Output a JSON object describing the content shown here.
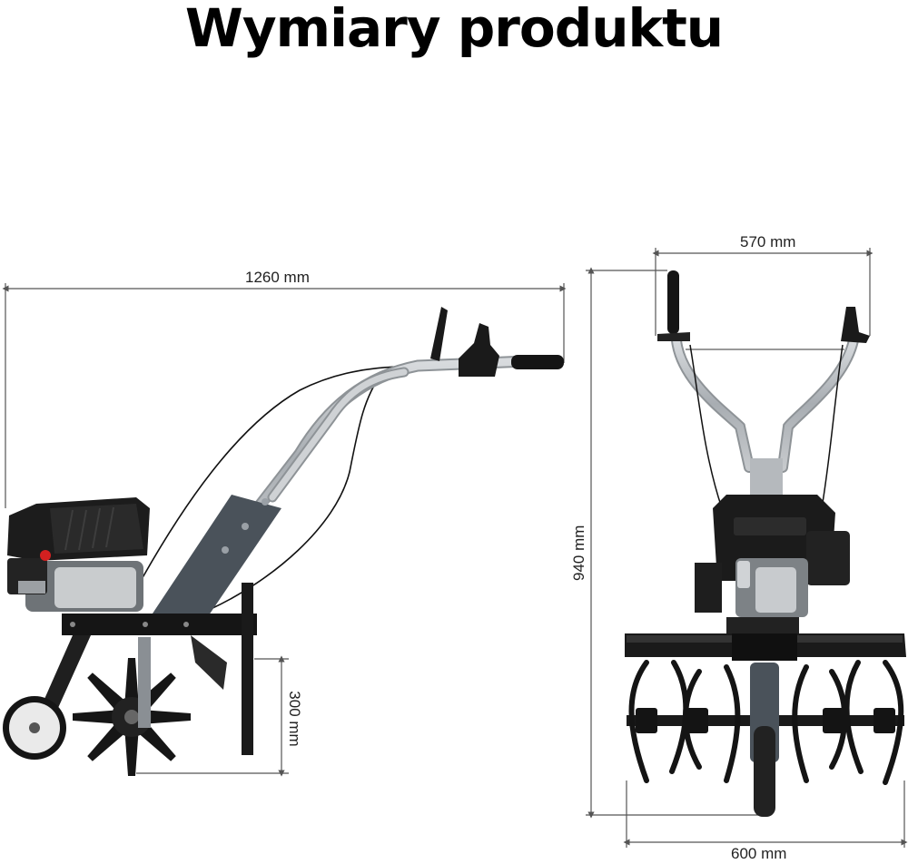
{
  "title": "Wymiary produktu",
  "dimensions": {
    "side_length": "1260 mm",
    "tine_height": "300 mm",
    "front_handle_width": "570 mm",
    "height": "940 mm",
    "tiller_width": "600 mm"
  },
  "colors": {
    "line": "#555555",
    "metal": "#b8bcc0",
    "frame": "#4a525a",
    "engine": "#1a1a1a",
    "black": "#111111"
  }
}
